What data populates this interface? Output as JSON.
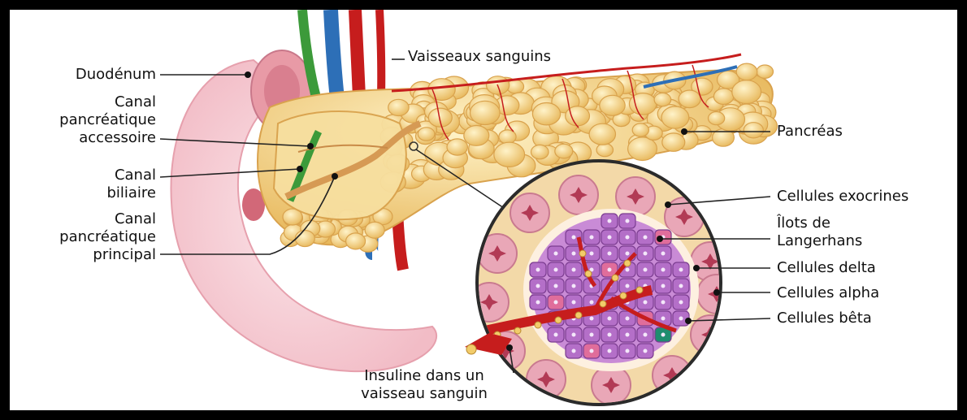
{
  "labels": {
    "duodenum": "Duodénum",
    "accessory_duct": [
      "Canal",
      "pancréatique",
      "accessoire"
    ],
    "bile_duct": [
      "Canal",
      "biliaire"
    ],
    "main_duct": [
      "Canal",
      "pancréatique",
      "principal"
    ],
    "blood_vessels": "Vaisseaux sanguins",
    "pancreas": "Pancréas",
    "exocrine_cells": "Cellules exocrines",
    "islets": [
      "Îlots de",
      "Langerhans"
    ],
    "delta_cells": "Cellules delta",
    "alpha_cells": "Cellules alpha",
    "beta_cells": "Cellules bêta",
    "insulin": [
      "Insuline dans un",
      "vaisseau sanguin"
    ]
  },
  "colors": {
    "frame": "#000000",
    "pancreas": "#f3d28a",
    "duodenum": "#f6c9cf",
    "artery": "#c61d1d",
    "vein": "#2d6fb7",
    "bile_duct": "#3c9a3a",
    "islet_cells": "#b46fc8",
    "delta_cells": "#1f8d6f",
    "exocrine": "#e9a7b7"
  }
}
